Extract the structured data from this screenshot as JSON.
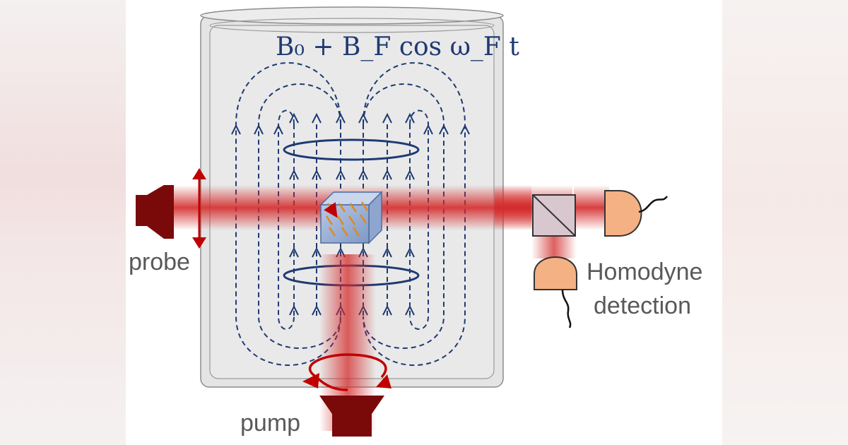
{
  "formula": "B₀ + B_F cos ω_F t",
  "labels": {
    "probe": "probe",
    "pump": "pump",
    "homodyne_line1": "Homodyne",
    "homodyne_line2": "detection"
  },
  "colors": {
    "beam": "#d42a2a",
    "field_lines": "#1f3a73",
    "source": "#7a0a0a",
    "detector": "#f4b183",
    "cell": "#9db3d6",
    "spin_arrows": "#e08a1e",
    "shield": "#e4e4e4"
  },
  "icons": [
    "probe-laser-icon",
    "pump-laser-icon",
    "beam-splitter-icon",
    "photodetector-icon",
    "vapor-cell-icon",
    "polarization-arrow-icon",
    "circular-polarization-icon"
  ]
}
